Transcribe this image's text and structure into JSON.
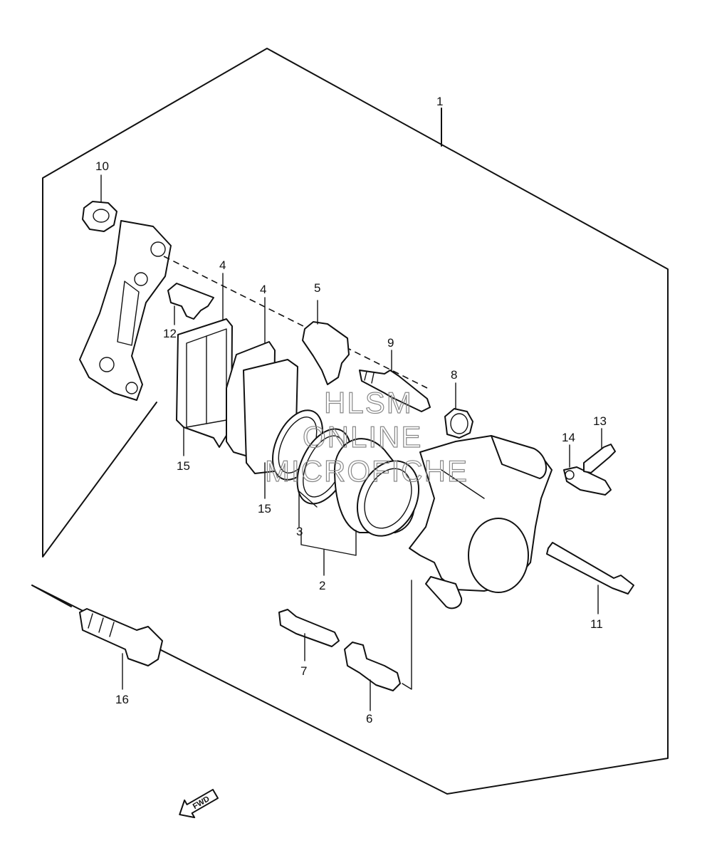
{
  "callouts": {
    "c1": "1",
    "c2": "2",
    "c3": "3",
    "c4a": "4",
    "c4b": "4",
    "c5": "5",
    "c6": "6",
    "c7": "7",
    "c8": "8",
    "c9": "9",
    "c10": "10",
    "c11": "11",
    "c12": "12",
    "c13": "13",
    "c14": "14",
    "c15a": "15",
    "c15b": "15",
    "c16": "16"
  },
  "watermark": {
    "line1": "HLSM",
    "line2": "ONLINE",
    "line3": "MICROFICHE"
  },
  "direction_arrow": {
    "label": "FWD"
  }
}
